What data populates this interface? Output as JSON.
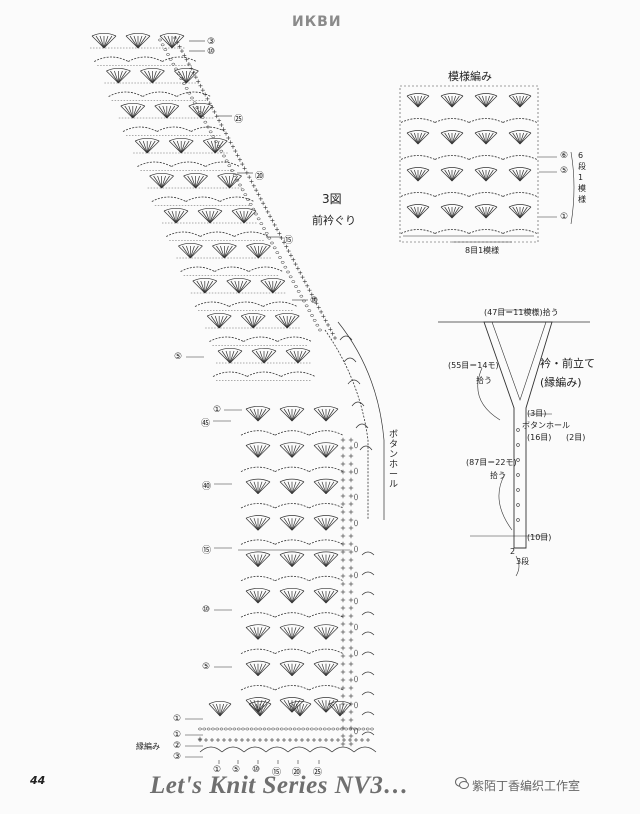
{
  "header": {
    "code": "ИКВИ"
  },
  "page_number": "44",
  "series": "Let's Knit Series NV3…",
  "watermark": "紫陌丁香编织工作室",
  "figure": {
    "number": "3図",
    "caption": "前衿ぐり"
  },
  "pattern_box": {
    "title": "模様編み",
    "repeat_label": "8目1模様",
    "repeat_rows_label": "6段1模様",
    "row_marks": [
      "⑥",
      "⑤",
      "①"
    ]
  },
  "collar": {
    "title_line1": "衿・前立て",
    "title_line2": "(縁編み)",
    "top_label": "(47目＝11模様)拾う",
    "left_label_1": "(55目＝14モ)",
    "left_label_2": "拾う",
    "mid_label_1": "(87目＝22モ)",
    "mid_label_2": "拾う",
    "r3": "(3目)",
    "buttonhole": "ボタンホール",
    "r16": "(16目)",
    "r2": "(2目)",
    "r10": "(10目)",
    "bottom_num": "2",
    "bottom_rows": "3段"
  },
  "main_chart": {
    "edge_label": "縁編み",
    "buttonhole_vertical": "ボタンホール",
    "right_marks": [
      "③",
      "⑩",
      "㉕",
      "⑳",
      "⑮",
      "⑩"
    ],
    "left_marks": [
      "⑤",
      "①",
      "㊺",
      "㊵",
      "⑮",
      "⑩",
      "⑤",
      "①",
      "①",
      "②",
      "③"
    ],
    "bottom_marks": [
      "①",
      "⑤",
      "⑩",
      "⑮",
      "⑳",
      "㉕"
    ]
  }
}
